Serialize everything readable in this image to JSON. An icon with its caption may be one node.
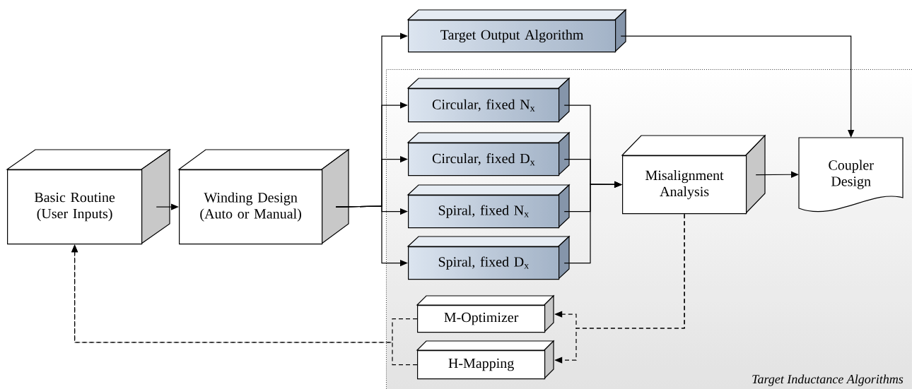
{
  "diagram": {
    "nodes": [
      {
        "text": [
          "Basic Routine (User Inputs)"
        ]
      },
      {
        "text": [
          "Winding Design (Auto or Manual)"
        ]
      },
      {
        "text": [
          "Target Output Algorithm"
        ]
      },
      {
        "text": [
          "Target Inductance Algorithms"
        ]
      },
      {
        "text": [
          "Circular, fixed N$_{x}$"
        ],
        "in": 3
      },
      {
        "text": [
          "Circular, fixed D$_{x}$"
        ],
        "in": 3
      },
      {
        "text": [
          "Spiral, fixed N$_{x}$"
        ],
        "in": 3
      },
      {
        "text": [
          "Spiral, fixed D$_{x}$"
        ],
        "in": 3
      },
      {
        "text": [
          "Misalignment Analysis"
        ],
        "in": 3
      },
      {
        "text": [
          "Coupler Design"
        ],
        "in": 3
      },
      {
        "text": [
          "M-Optimizer"
        ],
        "in": 3
      },
      {
        "text": [
          "H-Mapping"
        ],
        "in": 3
      }
    ],
    "edges": [
      {
        "from": 0,
        "to": 1,
        "arrow": "to"
      },
      {
        "from": 1,
        "to": 2,
        "arrow": "to"
      },
      {
        "from": 1,
        "to": 4,
        "arrow": "to"
      },
      {
        "from": 1,
        "to": 5,
        "arrow": "to"
      },
      {
        "from": 1,
        "to": 6,
        "arrow": "to"
      },
      {
        "from": 1,
        "to": 7,
        "arrow": "to"
      },
      {
        "from": 2,
        "to": 9,
        "arrow": "to"
      },
      {
        "from": 4,
        "to": 8,
        "arrow": "to"
      },
      {
        "from": 5,
        "to": 8,
        "arrow": "to"
      },
      {
        "from": 6,
        "to": 8,
        "arrow": "to"
      },
      {
        "from": 7,
        "to": 8,
        "arrow": "to"
      },
      {
        "from": 8,
        "to": 9,
        "arrow": "to"
      },
      {
        "from": 8,
        "to": 10,
        "arrow": "to",
        "style": "dashed"
      },
      {
        "from": 8,
        "to": 11,
        "arrow": "to",
        "style": "dashed"
      },
      {
        "from": 10,
        "to": 0,
        "arrow": "to",
        "style": "dashed"
      },
      {
        "from": 11,
        "to": 0,
        "arrow": "to",
        "style": "dashed"
      }
    ]
  }
}
